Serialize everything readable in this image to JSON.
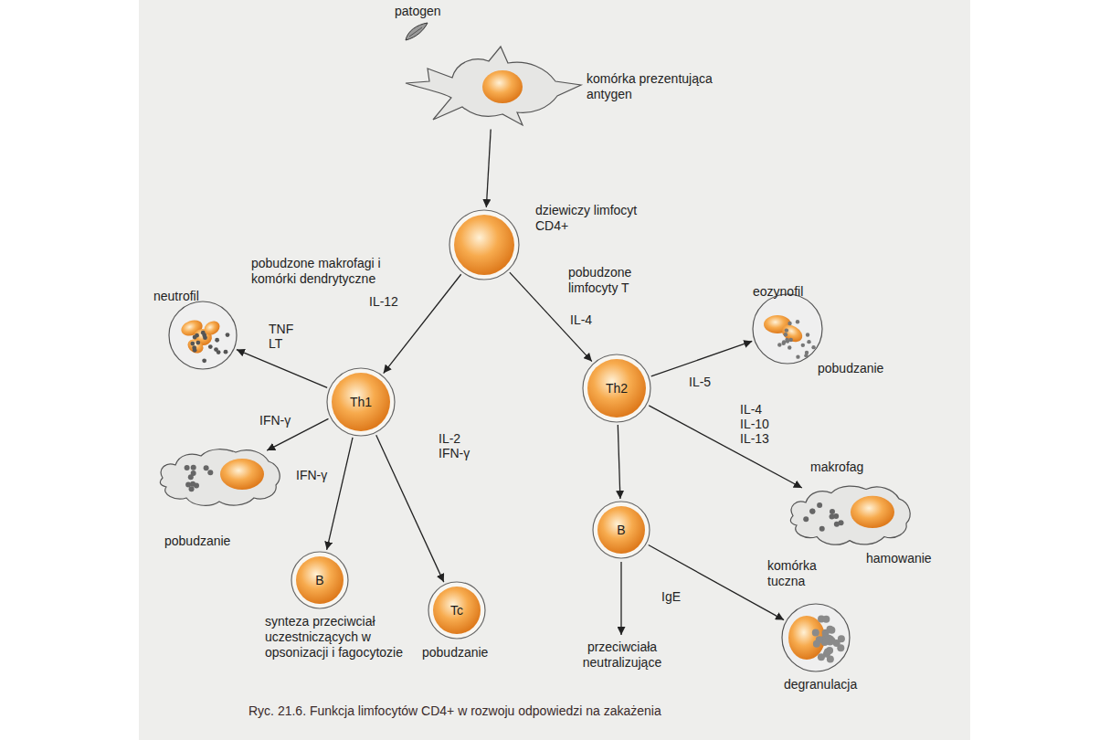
{
  "diagram": {
    "caption": "Ryc. 21.6. Funkcja limfocytów CD4+ w rozwoju odpowiedzi na zakażenia",
    "nodes": [
      {
        "text": [
          "komórka prezentująca antygen"
        ]
      },
      {
        "text": [
          "dziewiczy limfocyt CD4+"
        ]
      },
      {
        "text": [
          "Th1"
        ]
      },
      {
        "text": [
          "Th2"
        ]
      },
      {
        "text": [
          "neutrofil"
        ]
      },
      {
        "text": [
          "eozynofil",
          "pobudzanie"
        ]
      },
      {
        "text": [
          "pobudzanie"
        ]
      },
      {
        "text": [
          "B",
          "synteza przeciwciał uczestniczących w opsonizacji i fagocytozie"
        ]
      },
      {
        "text": [
          "Tc",
          "pobudzanie"
        ]
      },
      {
        "text": [
          "B"
        ]
      },
      {
        "text": [
          "makrofag",
          "hamowanie"
        ]
      },
      {
        "text": [
          "komórka tuczna",
          "degranulacja"
        ]
      }
    ],
    "edges": [
      {
        "from": 0,
        "to": 1,
        "arrow": "to"
      },
      {
        "from": 1,
        "to": 2,
        "label": "IL-12",
        "arrow": "to"
      },
      {
        "from": 1,
        "to": 3,
        "label": "IL-4",
        "arrow": "to"
      },
      {
        "from": 2,
        "to": 4,
        "label": "TNF LT",
        "arrow": "to"
      },
      {
        "from": 2,
        "to": 6,
        "label": "IFN-γ",
        "arrow": "to"
      },
      {
        "from": 2,
        "to": 7,
        "label": "IFN-γ",
        "arrow": "to"
      },
      {
        "from": 2,
        "to": 8,
        "label": "IL-2 IFN-γ",
        "arrow": "to"
      },
      {
        "from": 3,
        "to": 5,
        "label": "IL-5",
        "arrow": "to"
      },
      {
        "from": 3,
        "to": 9,
        "arrow": "to"
      },
      {
        "from": 3,
        "to": 10,
        "label": "IL-4 IL-10 IL-13",
        "arrow": "to"
      },
      {
        "from": 9,
        "to": 11,
        "label": "IgE",
        "arrow": "to"
      }
    ],
    "labels": [
      "patogen",
      "pobudzone makrofagi i komórki dendrytyczne",
      "pobudzone limfocyty T",
      "przeciwciała neutralizujące"
    ]
  }
}
